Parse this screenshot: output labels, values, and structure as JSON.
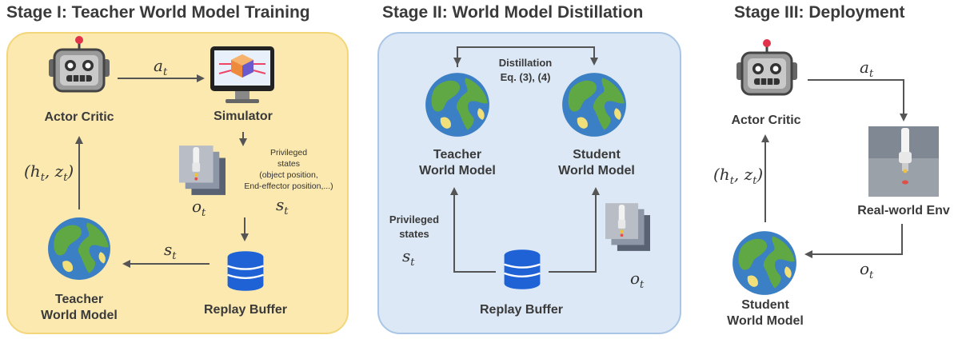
{
  "titles": {
    "stage1": "Stage I: Teacher World Model Training",
    "stage2": "Stage II: World Model Distillation",
    "stage3": "Stage III: Deployment"
  },
  "stage1": {
    "actor_critic": "Actor Critic",
    "simulator": "Simulator",
    "privileged_line1": "Privileged",
    "privileged_line2": "states",
    "privileged_line3": "(object position,",
    "privileged_line4": "End-effector position,...)",
    "teacher_line1": "Teacher",
    "teacher_line2": "World Model",
    "replay_buffer": "Replay Buffer",
    "action": "a",
    "action_sub": "t",
    "obs": "o",
    "obs_sub": "t",
    "state": "s",
    "state_sub": "t",
    "state2": "s",
    "state2_sub": "t",
    "latent": "(h",
    "latent_sub1": "t",
    "latent_mid": ", z",
    "latent_sub2": "t",
    "latent_end": ")"
  },
  "stage2": {
    "distill_line1": "Distillation",
    "distill_line2": "Eq. (3), (4)",
    "teacher_line1": "Teacher",
    "teacher_line2": "World Model",
    "student_line1": "Student",
    "student_line2": "World Model",
    "privileged_line1": "Privileged",
    "privileged_line2": "states",
    "state": "s",
    "state_sub": "t",
    "obs": "o",
    "obs_sub": "t",
    "replay_buffer": "Replay Buffer"
  },
  "stage3": {
    "actor_critic": "Actor Critic",
    "real_env": "Real-world Env",
    "student_line1": "Student",
    "student_line2": "World Model",
    "action": "a",
    "action_sub": "t",
    "obs": "o",
    "obs_sub": "t",
    "latent": "(h",
    "latent_sub1": "t",
    "latent_mid": ", z",
    "latent_sub2": "t",
    "latent_end": ")"
  },
  "colors": {
    "panel1": "#fbe9b0",
    "panel2": "#dce8f5",
    "arrow": "#555555",
    "database": "#1e62d6",
    "earth_water": "#3b7fc4",
    "earth_land": "#5fa844"
  },
  "icons": [
    "robot-icon",
    "monitor-icon",
    "earth-icon",
    "database-icon",
    "robot-arm-image"
  ]
}
